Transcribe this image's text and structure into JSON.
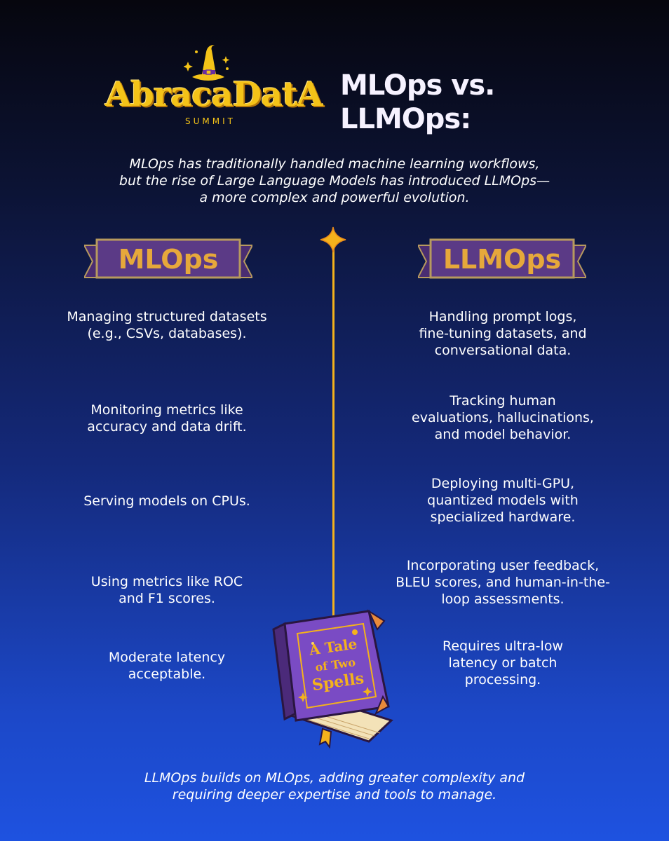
{
  "logo": {
    "word": "AbracaDatA",
    "sub": "SUMMIT"
  },
  "title": {
    "line1": "MLOps vs.",
    "line2": "LLMOps:"
  },
  "intro": {
    "line1": "MLOps has traditionally handled machine learning workflows,",
    "line2": "but the rise of Large Language Models has introduced LLMOps—",
    "line3": "a more complex and powerful evolution."
  },
  "left": {
    "banner": "MLOps",
    "items": [
      {
        "lines": [
          "Managing structured datasets",
          "(e.g., CSVs, databases)."
        ]
      },
      {
        "lines": [
          "Monitoring metrics like",
          "accuracy and data drift."
        ]
      },
      {
        "lines": [
          "Serving models on CPUs."
        ]
      },
      {
        "lines": [
          "Using metrics like ROC",
          "and F1 scores."
        ]
      },
      {
        "lines": [
          "Moderate latency",
          "acceptable."
        ]
      }
    ]
  },
  "right": {
    "banner": "LLMOps",
    "items": [
      {
        "lines": [
          "Handling prompt logs,",
          "fine-tuning datasets, and",
          "conversational data."
        ]
      },
      {
        "lines": [
          "Tracking human",
          "evaluations, hallucinations,",
          "and model behavior."
        ]
      },
      {
        "lines": [
          "Deploying multi-GPU,",
          "quantized models with",
          "specialized hardware."
        ]
      },
      {
        "lines": [
          "Incorporating user feedback,",
          "BLEU scores, and human-in-the-",
          "loop assessments."
        ]
      },
      {
        "lines": [
          "Requires ultra-low",
          "latency or batch",
          "processing."
        ]
      }
    ]
  },
  "book": {
    "line1": "A Tale",
    "line2": "of Two",
    "line3": "Spells"
  },
  "footer": {
    "line1": "LLMOps builds on MLOps, adding greater complexity and",
    "line2": "requiring deeper expertise and tools to manage."
  },
  "colors": {
    "gold": "#f4c318",
    "banner_purple": "#5b3a86",
    "banner_border": "#b79a5e",
    "banner_text": "#e6a83b",
    "line_gold": "#f4b21c"
  }
}
